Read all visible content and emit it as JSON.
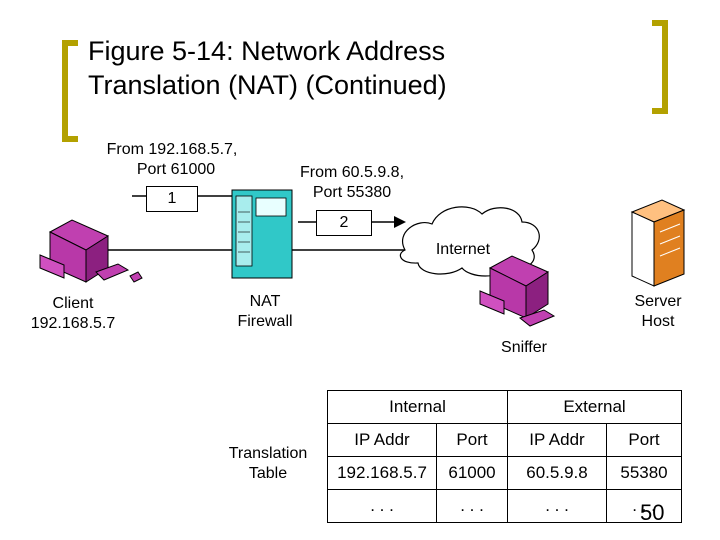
{
  "title": {
    "line1": "Figure 5-14: Network Address",
    "line2": "Translation (NAT) (Continued)"
  },
  "labels": {
    "from_client_line1": "From 192.168.5.7,",
    "from_client_line2": "Port 61000",
    "from_nat_line1": "From 60.5.9.8,",
    "from_nat_line2": "Port 55380",
    "step1": "1",
    "step2": "2",
    "internet": "Internet",
    "client_line1": "Client",
    "client_line2": "192.168.5.7",
    "nat_line1": "NAT",
    "nat_line2": "Firewall",
    "server_line1": "Server",
    "server_line2": "Host",
    "sniffer": "Sniffer",
    "translation_line1": "Translation",
    "translation_line2": "Table"
  },
  "table": {
    "group_internal": "Internal",
    "group_external": "External",
    "headers": [
      "IP Addr",
      "Port",
      "IP Addr",
      "Port"
    ],
    "row1": [
      "192.168.5.7",
      "61000",
      "60.5.9.8",
      "55380"
    ],
    "row2": [
      ". . .",
      ". . .",
      ". . .",
      ". . ."
    ]
  },
  "page_number": "50",
  "colors": {
    "bracket": "#b3a100",
    "computer": "#c040b0",
    "firewall": "#30c8c8",
    "server": "#e08020"
  }
}
